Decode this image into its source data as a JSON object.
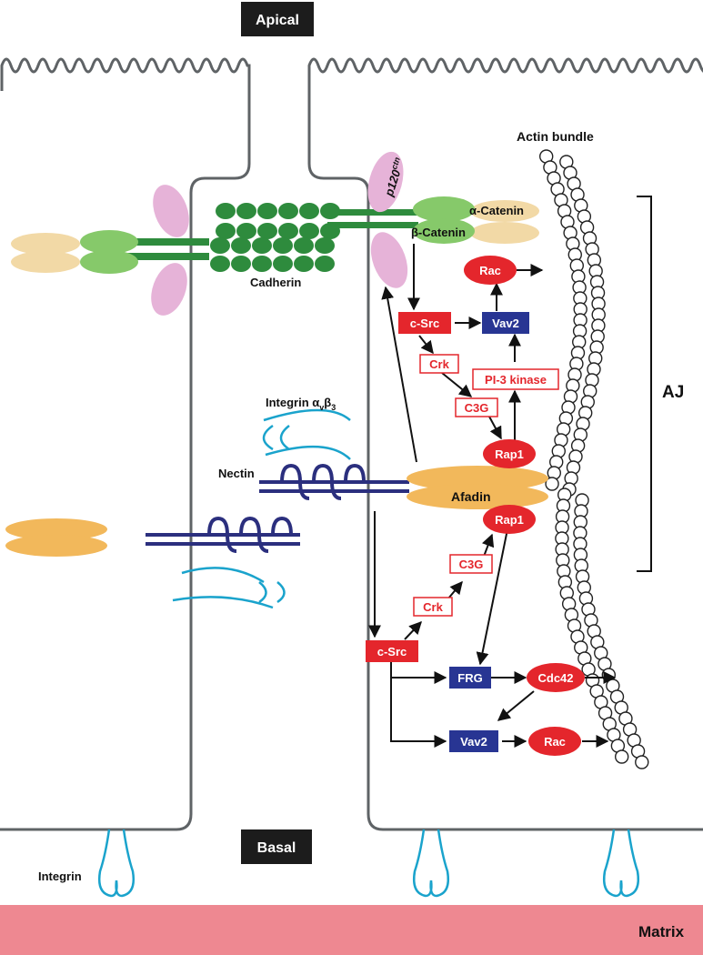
{
  "labels": {
    "apical": "Apical",
    "basal": "Basal",
    "matrix": "Matrix",
    "actin_bundle": "Actin bundle",
    "aj": "AJ",
    "cadherin": "Cadherin",
    "p120ctn_main": "p120",
    "p120ctn_sup": "ctn",
    "alpha_catenin": "α-Catenin",
    "beta_catenin": "β-Catenin",
    "integrin_avb3": "Integrin α",
    "integrin_v": "v",
    "integrin_b": "β",
    "integrin_3": "3",
    "nectin": "Nectin",
    "afadin": "Afadin",
    "integrin": "Integrin"
  },
  "nodes": {
    "rac_top": "Rac",
    "csrc_top": "c-Src",
    "vav2_top": "Vav2",
    "crk_top": "Crk",
    "pi3k": "PI-3 kinase",
    "c3g_top": "C3G",
    "rap1_top": "Rap1",
    "rap1_bottom": "Rap1",
    "c3g_bottom": "C3G",
    "crk_bottom": "Crk",
    "csrc_bottom": "c-Src",
    "frg": "FRG",
    "cdc42": "Cdc42",
    "vav2_bottom": "Vav2",
    "rac_bottom": "Rac"
  },
  "colors": {
    "cell_outline": "#5f6366",
    "red": "#e4262c",
    "blue": "#283593",
    "cadherin_green": "#2e8b3d",
    "light_green": "#86c96a",
    "beige": "#f2d9a6",
    "pink": "#e6b3d8",
    "afadin_orange": "#f2b85b",
    "nectin_navy": "#2b2f7e",
    "integrin_cyan": "#1aa3cc",
    "matrix_pink": "#ee8891"
  }
}
